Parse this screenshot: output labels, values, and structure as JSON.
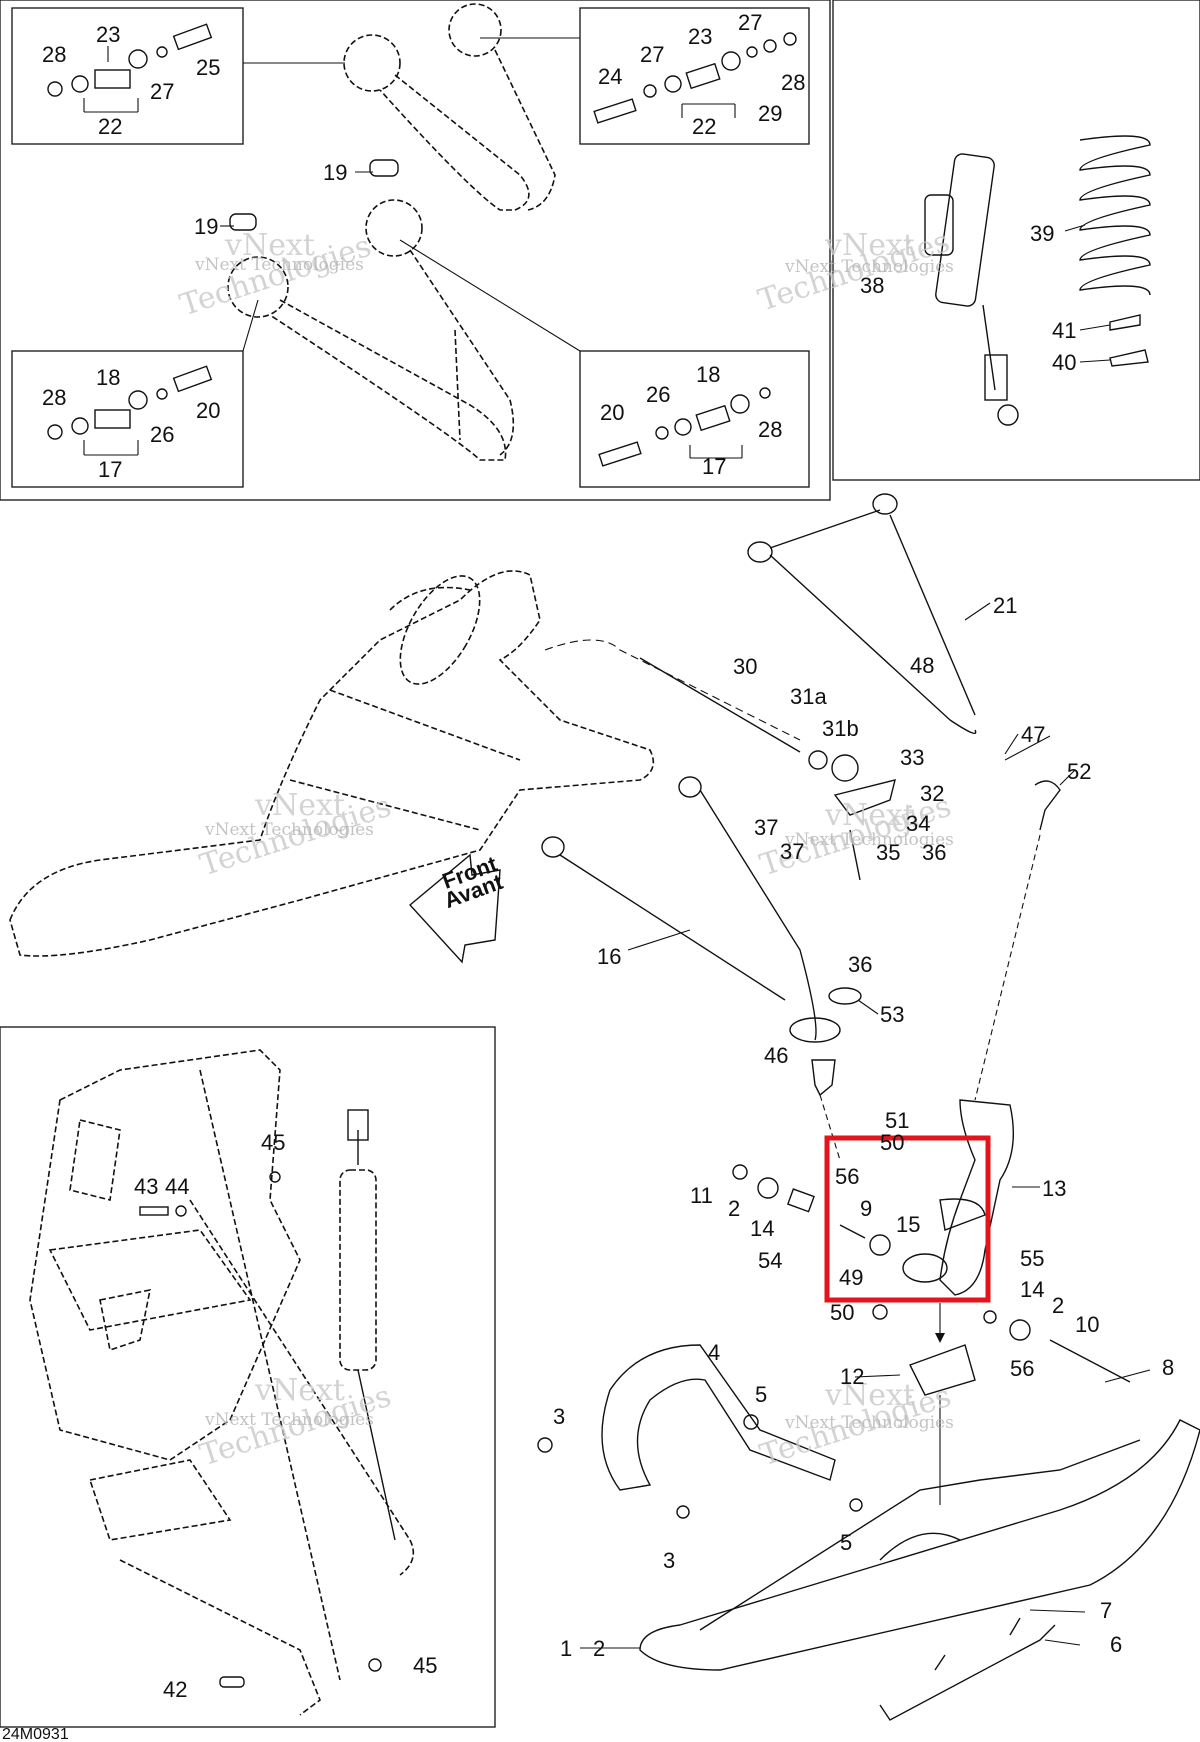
{
  "diagram": {
    "drawing_code": "24M0931",
    "watermark": {
      "line1": "vNext",
      "line2": "Technologies",
      "line3": "vNext Technologies"
    },
    "front_arrow": {
      "line1": "Front",
      "line2": "Avant"
    },
    "highlight_color": "#e4141b",
    "callouts": {
      "c1": "28",
      "c2": "23",
      "c3": "25",
      "c4": "27",
      "c5": "22",
      "c6": "27",
      "c7": "23",
      "c8": "27",
      "c9": "24",
      "c10": "28",
      "c11": "29",
      "c12": "22",
      "c13": "19",
      "c14": "19",
      "c15": "28",
      "c16": "18",
      "c17": "20",
      "c18": "26",
      "c19": "17",
      "c20": "18",
      "c21": "20",
      "c22": "26",
      "c23": "28",
      "c24": "17",
      "c25": "38",
      "c26": "39",
      "c27": "41",
      "c28": "40",
      "c29": "21",
      "c30": "48",
      "c31": "30",
      "c32": "31a",
      "c33": "31b",
      "c34": "33",
      "c35": "47",
      "c36": "52",
      "c37": "32",
      "c38": "37",
      "c39": "34",
      "c40": "37",
      "c41": "35",
      "c42": "36",
      "c43": "16",
      "c44": "36",
      "c45": "53",
      "c46": "46",
      "c47": "51",
      "c48": "50",
      "c49": "13",
      "c50": "56",
      "c51": "11",
      "c52": "2",
      "c53": "9",
      "c54": "15",
      "c55": "14",
      "c56": "54",
      "c57": "55",
      "c58": "49",
      "c59": "14",
      "c60": "2",
      "c61": "10",
      "c62": "50",
      "c63": "8",
      "c64": "12",
      "c65": "56",
      "c66": "4",
      "c67": "5",
      "c68": "3",
      "c69": "5",
      "c70": "3",
      "c71": "7",
      "c72": "6",
      "c73": "1",
      "c74": "2",
      "c75": "45",
      "c76": "43",
      "c77": "44",
      "c78": "42",
      "c79": "45"
    }
  }
}
